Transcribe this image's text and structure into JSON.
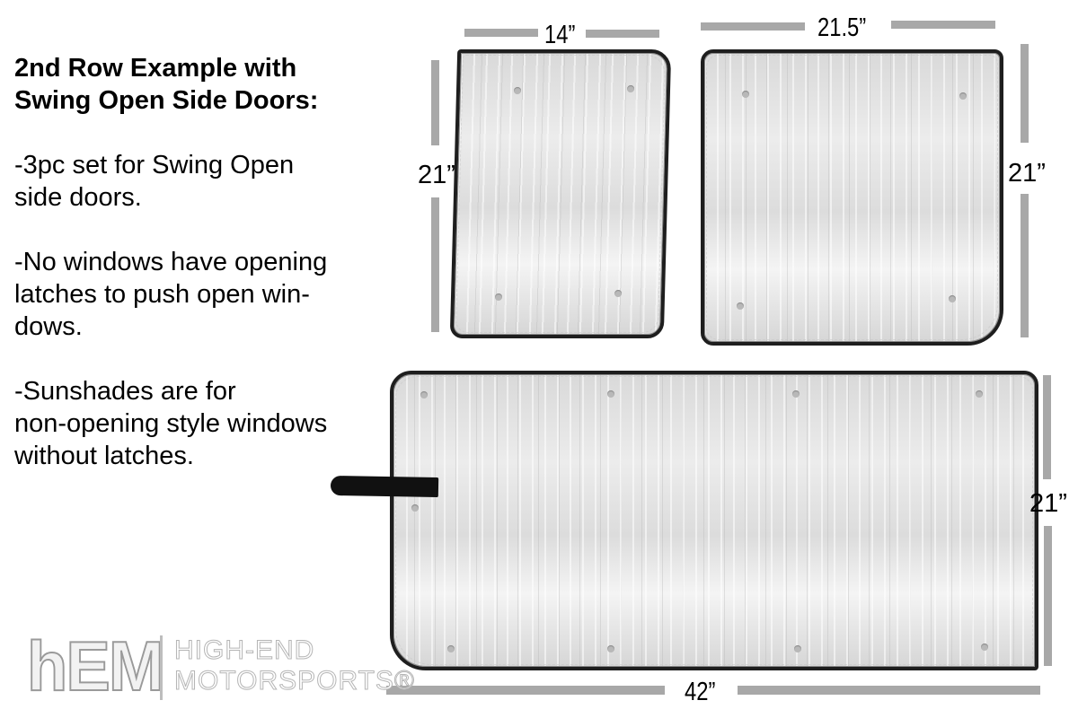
{
  "description": {
    "title_line1": "2nd Row Example with",
    "title_line2": "Swing Open Side Doors:",
    "bullet1_line1": "-3pc set for Swing Open",
    "bullet1_line2": "side doors.",
    "bullet2_line1": "-No windows have opening",
    "bullet2_line2": "latches to push open win-",
    "bullet2_line3": "dows.",
    "bullet3_line1": "-Sunshades are for",
    "bullet3_line2": "non-opening style windows",
    "bullet3_line3": "without latches."
  },
  "panels": {
    "small": {
      "width_label": "14”",
      "height_label": "21”"
    },
    "medium": {
      "width_label": "21.5”",
      "height_label": "21”"
    },
    "large": {
      "width_label": "42”",
      "height_label": "21”"
    }
  },
  "logo": {
    "mark": "hEM",
    "line1": "HIGH-END",
    "line2": "MOTORSPORTS®"
  },
  "colors": {
    "dimension_bar": "#a8a8a8",
    "panel_border": "#1e1e1e",
    "panel_fill": "#e6e6e6"
  }
}
